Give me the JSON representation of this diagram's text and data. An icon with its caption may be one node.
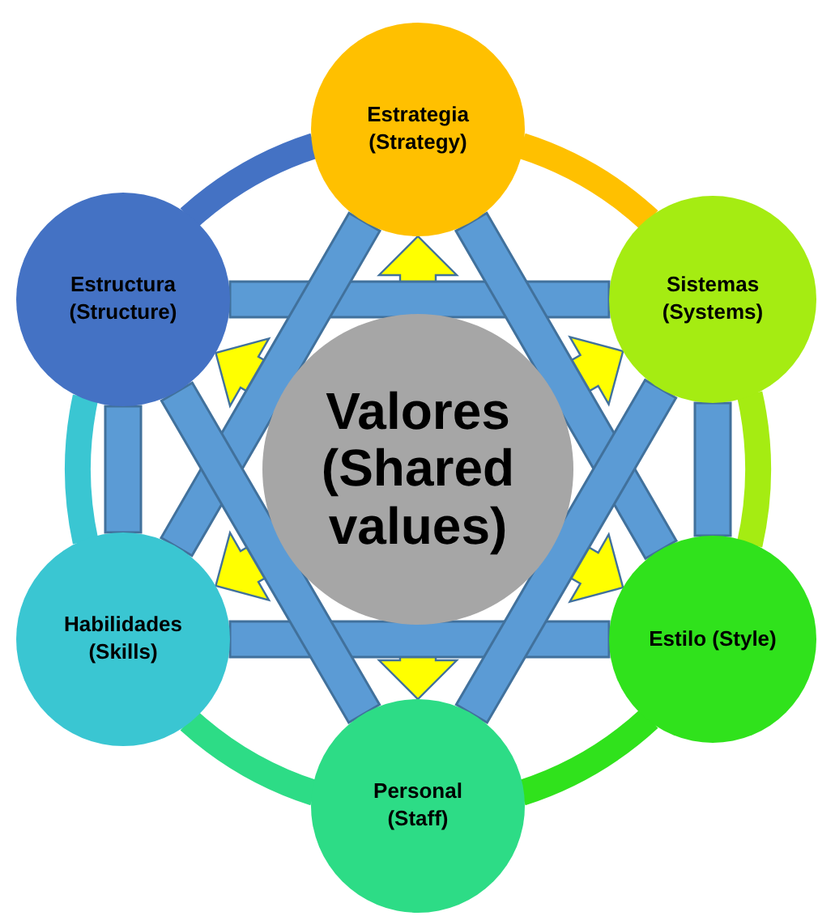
{
  "diagram": {
    "nodes": [
      {
        "text": [
          "Estrategia (Strategy)"
        ]
      },
      {
        "text": [
          "Estructura (Structure)"
        ]
      },
      {
        "text": [
          "Sistemas (Systems)"
        ]
      },
      {
        "text": [
          "Valores (Shared values)"
        ]
      },
      {
        "text": [
          "Habilidades (Skills)"
        ]
      },
      {
        "text": [
          "Estilo (Style)"
        ]
      },
      {
        "text": [
          "Personal (Staff)"
        ]
      }
    ],
    "edges": [
      {
        "from": 3,
        "to": 0,
        "arrow": "to",
        "color": "#ffff00"
      },
      {
        "from": 3,
        "to": 1,
        "arrow": "to",
        "color": "#ffff00"
      },
      {
        "from": 3,
        "to": 2,
        "arrow": "to",
        "color": "#ffff00"
      },
      {
        "from": 3,
        "to": 4,
        "arrow": "to",
        "color": "#ffff00"
      },
      {
        "from": 3,
        "to": 5,
        "arrow": "to",
        "color": "#ffff00"
      },
      {
        "from": 3,
        "to": 6,
        "arrow": "to",
        "color": "#ffff00"
      },
      {
        "from": 1,
        "to": 2,
        "arrow": "none"
      },
      {
        "from": 4,
        "to": 5,
        "arrow": "none"
      },
      {
        "from": 1,
        "to": 4,
        "arrow": "none"
      },
      {
        "from": 2,
        "to": 5,
        "arrow": "none"
      },
      {
        "from": 0,
        "to": 4,
        "arrow": "none"
      },
      {
        "from": 0,
        "to": 5,
        "arrow": "none"
      },
      {
        "from": 6,
        "to": 1,
        "arrow": "none"
      },
      {
        "from": 6,
        "to": 2,
        "arrow": "none"
      },
      {
        "from": 1,
        "to": 0,
        "arrow": "none",
        "color": "#4472c4"
      },
      {
        "from": 0,
        "to": 2,
        "arrow": "none",
        "color": "#ffc000"
      },
      {
        "from": 2,
        "to": 5,
        "arrow": "none",
        "color": "#a5ec12"
      },
      {
        "from": 5,
        "to": 6,
        "arrow": "none",
        "color": "#30e21c"
      },
      {
        "from": 6,
        "to": 4,
        "arrow": "none",
        "color": "#2ddc86"
      },
      {
        "from": 4,
        "to": 1,
        "arrow": "none",
        "color": "#3ac6d2"
      }
    ]
  }
}
